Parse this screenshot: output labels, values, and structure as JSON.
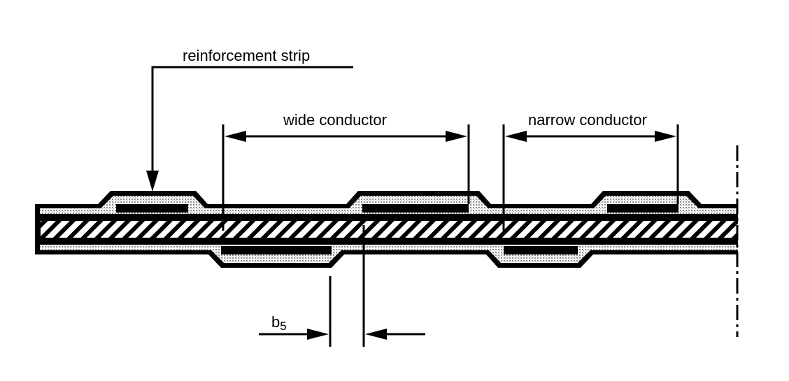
{
  "labels": {
    "reinforcement_strip": "reinforcement strip",
    "wide_conductor": "wide conductor",
    "narrow_conductor": "narrow conductor",
    "b_symbol": "b",
    "b_subscript": "5"
  },
  "colors": {
    "ink": "#000000",
    "background": "#ffffff",
    "adhesive_dots": "#9a9a9a"
  }
}
